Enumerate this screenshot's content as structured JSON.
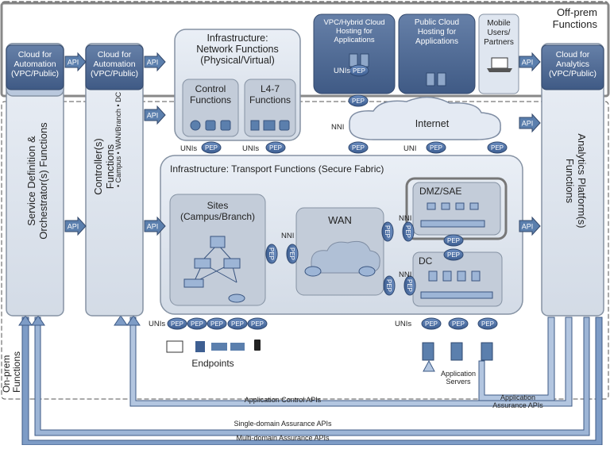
{
  "regions": {
    "off_prem": "Off-prem\nFunctions",
    "on_prem": "On-prem\nFunctions"
  },
  "cloud_automation_left": "Cloud for\nAutomation\n(VPC/Public)",
  "cloud_automation_right": "Cloud for\nAutomation\n(VPC/Public)",
  "infra_network": {
    "title": "Infrastructure:\nNetwork Functions\n(Physical/Virtual)",
    "control": "Control\nFunctions",
    "l47": "L4-7\nFunctions"
  },
  "vpc_hybrid": "VPC/Hybrid Cloud\nHosting for\nApplications",
  "public_cloud": "Public Cloud\nHosting for\nApplications",
  "mobile": "Mobile\nUsers/\nPartners",
  "cloud_analytics": "Cloud for\nAnalytics\n(VPC/Public)",
  "orchestrator": "Service Definition &\nOrchestrator(s) Functions",
  "controller": {
    "title": "Controller(s)\nFunctions",
    "items": [
      "• Campus",
      "• WAN/Branch",
      "• DC"
    ]
  },
  "analytics": "Analytics Platform(s)\nFunctions",
  "transport": "Infrastructure: Transport Functions (Secure Fabric)",
  "sites": "Sites\n(Campus/Branch)",
  "wan": "WAN",
  "dmz": "DMZ/SAE",
  "dc": "DC",
  "internet": "Internet",
  "endpoints": "Endpoints",
  "app_servers": "Application\nServers",
  "labels": {
    "api": "API",
    "pep": "PEP",
    "unis": "UNIs",
    "uni": "UNI",
    "nni": "NNI"
  },
  "bottom": {
    "app_control": "Application Control APIs",
    "app_assurance": "Application\nAssurance APIs",
    "single_domain": "Single-domain Assurance APIs",
    "multi_domain": "Multi-domain Assurance APIs"
  },
  "colors": {
    "box_fill": "#dfe6f0",
    "box_stroke": "#8592a3",
    "dark_fill": "#506a94",
    "pep_fill": "#4a6fa5",
    "arrow_fill": "#5b7fad",
    "inner_fill": "#c3ccd9"
  }
}
